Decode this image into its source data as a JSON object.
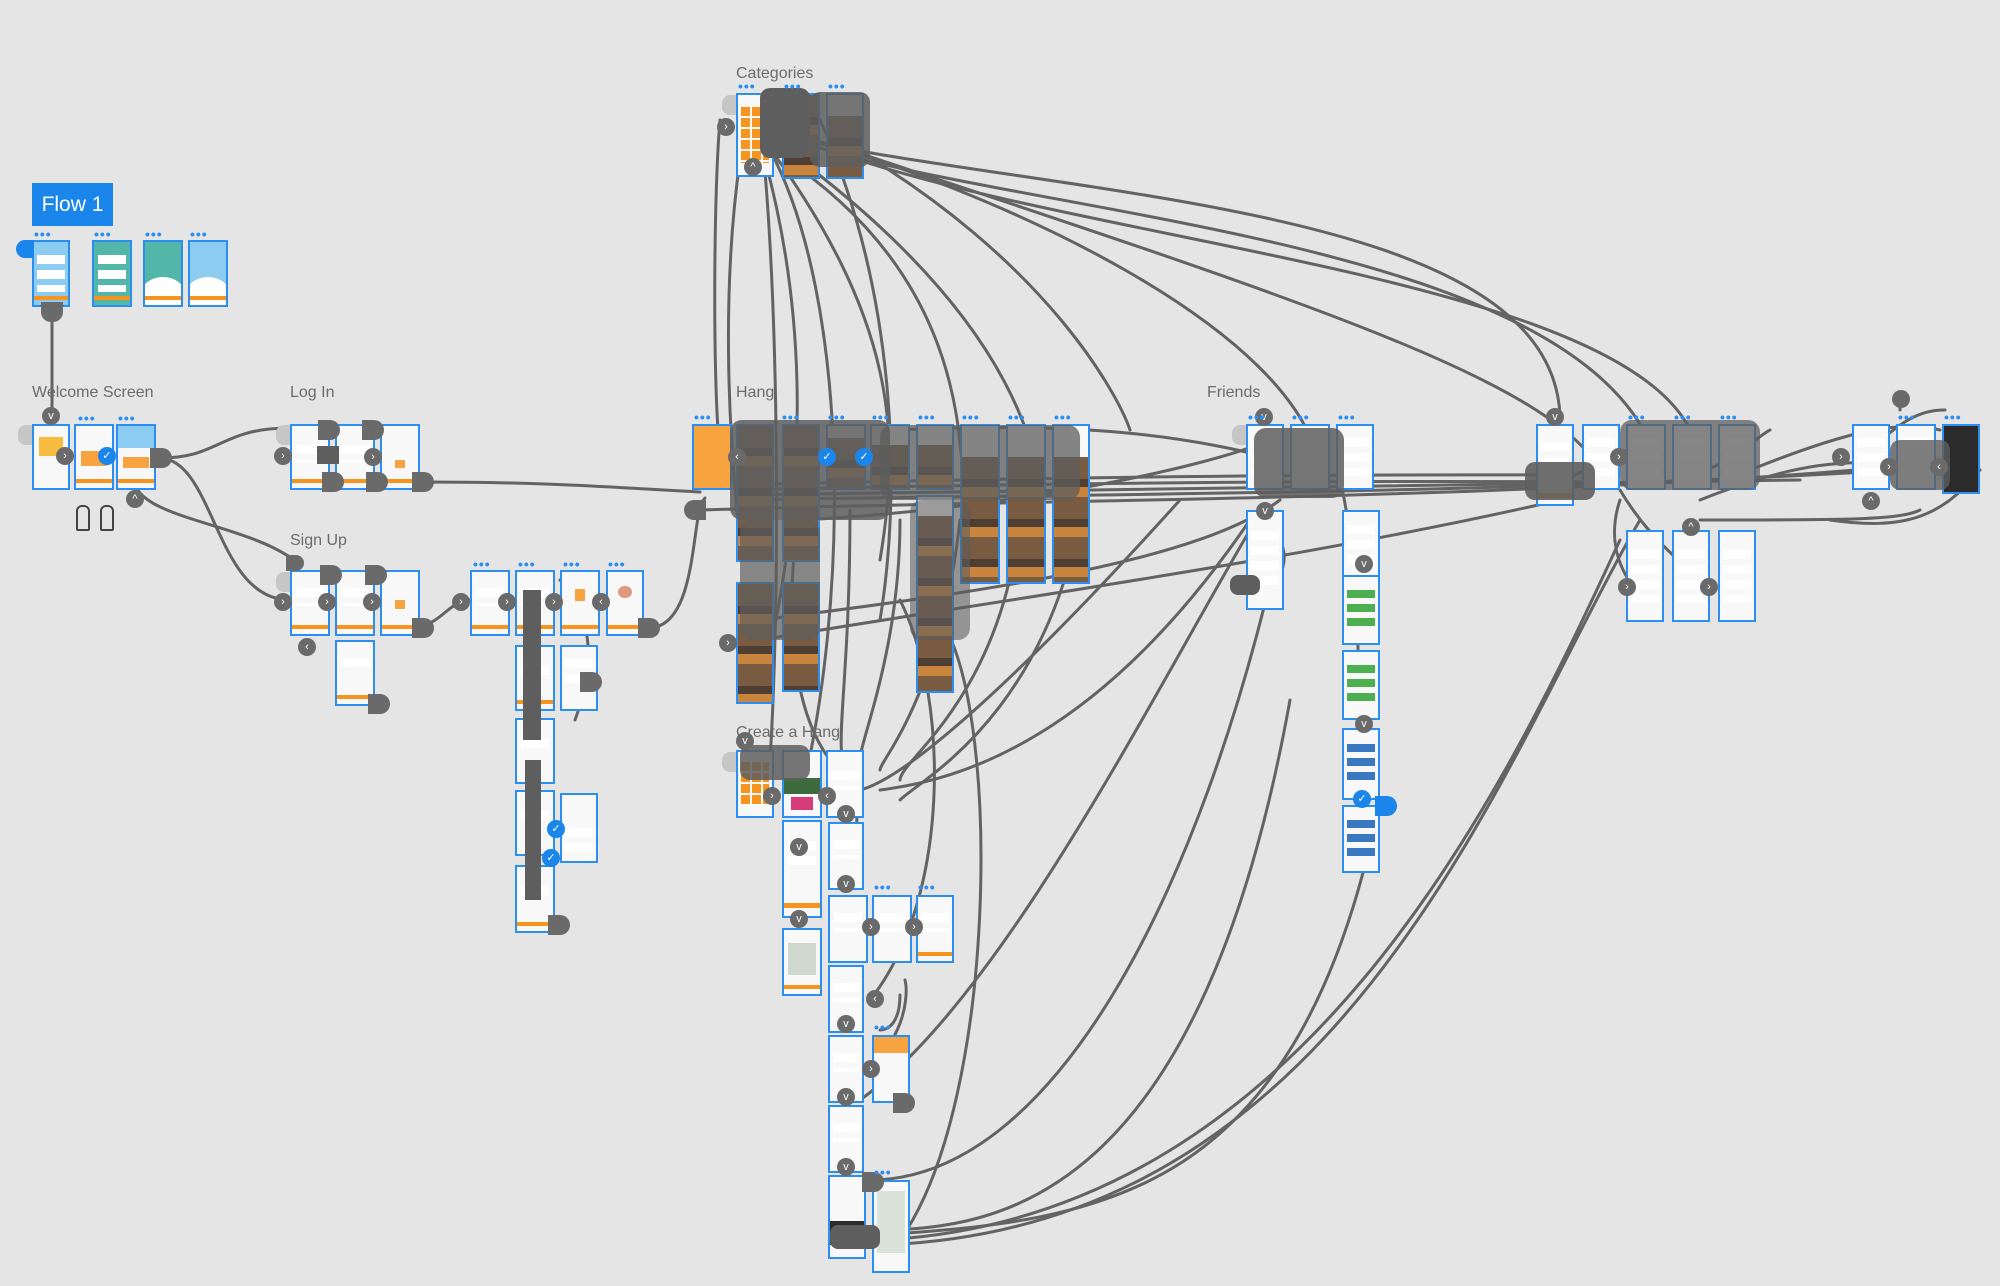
{
  "canvas": {
    "background": "#e5e5e5",
    "accent": "#1a85ea",
    "wire_color": "#636363",
    "frame_border": "#2a8ff0",
    "brand_orange": "#f7941e"
  },
  "flow": {
    "label": "Flow 1"
  },
  "sections": {
    "welcome": "Welcome Screen",
    "login": "Log In",
    "signup": "Sign Up",
    "categories": "Categories",
    "hang": "Hang",
    "create": "Create a Hang",
    "friends": "Friends"
  },
  "frame_menu_glyph": "•••",
  "icons": {
    "chevron_right": "›",
    "chevron_left": "‹",
    "chevron_up": "^",
    "chevron_down": "v",
    "check": "✓"
  }
}
